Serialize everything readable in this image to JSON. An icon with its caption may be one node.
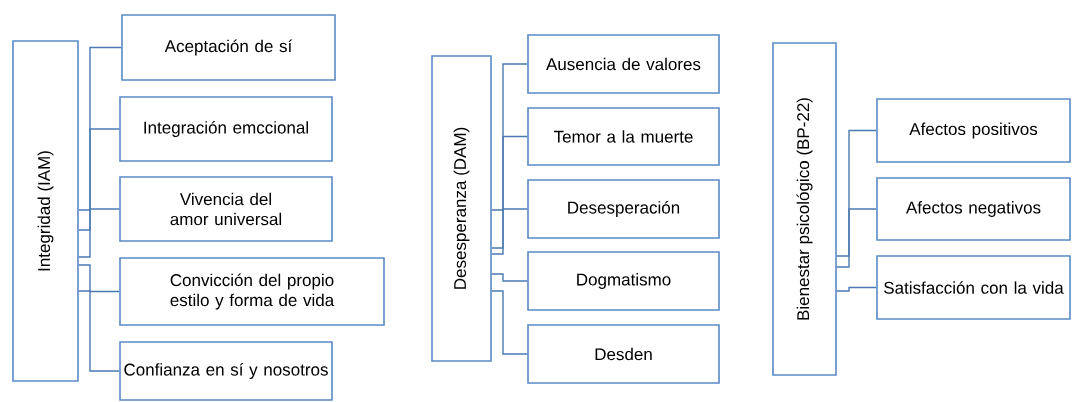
{
  "diagram": {
    "nodes": [
      {
        "text": [
          "Integridad  (IAM)"
        ]
      },
      {
        "text": [
          "Aceptación de sí"
        ]
      },
      {
        "text": [
          "Integración emccional"
        ]
      },
      {
        "text": [
          "Vivencia del amor universal"
        ]
      },
      {
        "text": [
          "Convicción del propio estilo y forma de vida"
        ]
      },
      {
        "text": [
          "Confianza en sí y nosotros"
        ]
      },
      {
        "text": [
          "Desesperanza (DAM)"
        ]
      },
      {
        "text": [
          "Ausencia de valores"
        ]
      },
      {
        "text": [
          "Temor a la muerte"
        ]
      },
      {
        "text": [
          "Desesperación"
        ]
      },
      {
        "text": [
          "Dogmatismo"
        ]
      },
      {
        "text": [
          "Desden"
        ]
      },
      {
        "text": [
          "Bienestar psicológico (BP-22)"
        ]
      },
      {
        "text": [
          "Afectos positivos"
        ]
      },
      {
        "text": [
          "Afectos negativos"
        ]
      },
      {
        "text": [
          "Satisfacción con la vida"
        ]
      }
    ],
    "edges": [
      {
        "from": 0,
        "to": 1,
        "arrow": "none"
      },
      {
        "from": 0,
        "to": 2,
        "arrow": "none"
      },
      {
        "from": 0,
        "to": 3,
        "arrow": "none"
      },
      {
        "from": 0,
        "to": 4,
        "arrow": "none"
      },
      {
        "from": 0,
        "to": 5,
        "arrow": "none"
      },
      {
        "from": 6,
        "to": 7,
        "arrow": "none"
      },
      {
        "from": 6,
        "to": 8,
        "arrow": "none"
      },
      {
        "from": 6,
        "to": 9,
        "arrow": "none"
      },
      {
        "from": 6,
        "to": 10,
        "arrow": "none"
      },
      {
        "from": 6,
        "to": 11,
        "arrow": "none"
      },
      {
        "from": 12,
        "to": 13,
        "arrow": "none"
      },
      {
        "from": 12,
        "to": 14,
        "arrow": "none"
      },
      {
        "from": 12,
        "to": 15,
        "arrow": "none"
      }
    ]
  }
}
